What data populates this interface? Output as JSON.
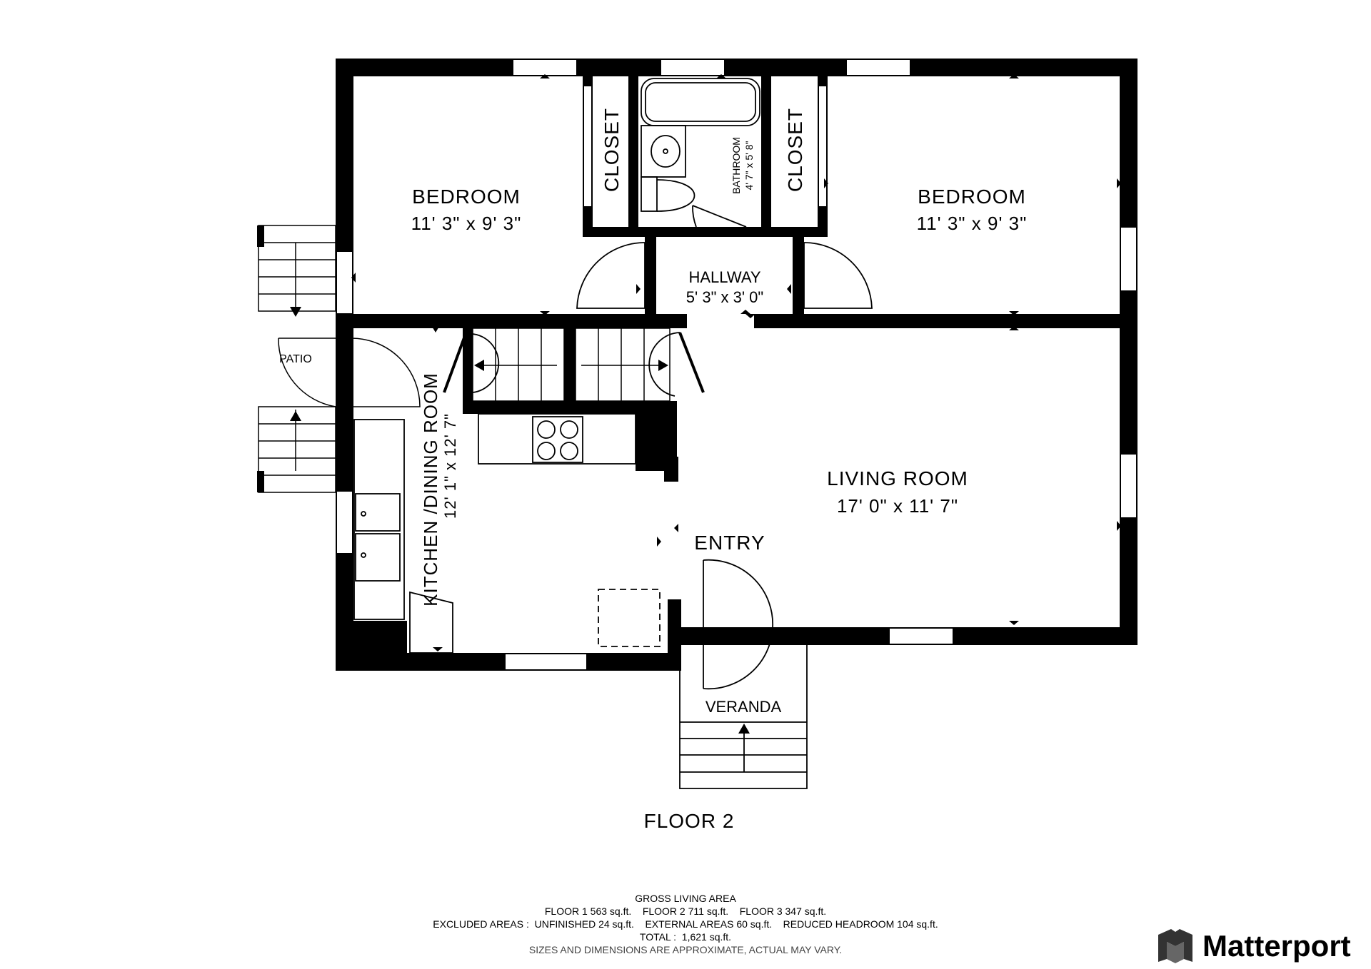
{
  "rooms": {
    "bedroom_left": {
      "name": "BEDROOM",
      "dim": "11' 3\" x 9' 3\""
    },
    "bedroom_right": {
      "name": "BEDROOM",
      "dim": "11' 3\" x 9' 3\""
    },
    "closet_left": {
      "name": "CLOSET"
    },
    "closet_right": {
      "name": "CLOSET"
    },
    "bathroom": {
      "name": "BATHROOM",
      "dim": "4' 7\" x 5' 8\""
    },
    "hallway": {
      "name": "HALLWAY",
      "dim": "5' 3\" x 3' 0\""
    },
    "patio": {
      "name": "PATIO"
    },
    "kitchen": {
      "name": "KITCHEN /DINING ROOM",
      "dim": "12' 1\" x 12' 7\""
    },
    "living": {
      "name": "LIVING ROOM",
      "dim": "17' 0\" x 11' 7\""
    },
    "entry": {
      "name": "ENTRY"
    },
    "veranda": {
      "name": "VERANDA"
    }
  },
  "floor_label": "FLOOR 2",
  "footer": {
    "title": "GROSS LIVING AREA",
    "floors": "FLOOR 1 563 sq.ft.    FLOOR 2 711 sq.ft.    FLOOR 3 347 sq.ft.",
    "excluded": "EXCLUDED AREAS :  UNFINISHED 24 sq.ft.    EXTERNAL AREAS 60 sq.ft.    REDUCED HEADROOM 104 sq.ft.",
    "total": "TOTAL :  1,621 sq.ft.",
    "note": "SIZES AND DIMENSIONS ARE APPROXIMATE, ACTUAL MAY VARY."
  },
  "brand": {
    "name": "Matterport",
    "icon": "matterport-logo-icon"
  }
}
